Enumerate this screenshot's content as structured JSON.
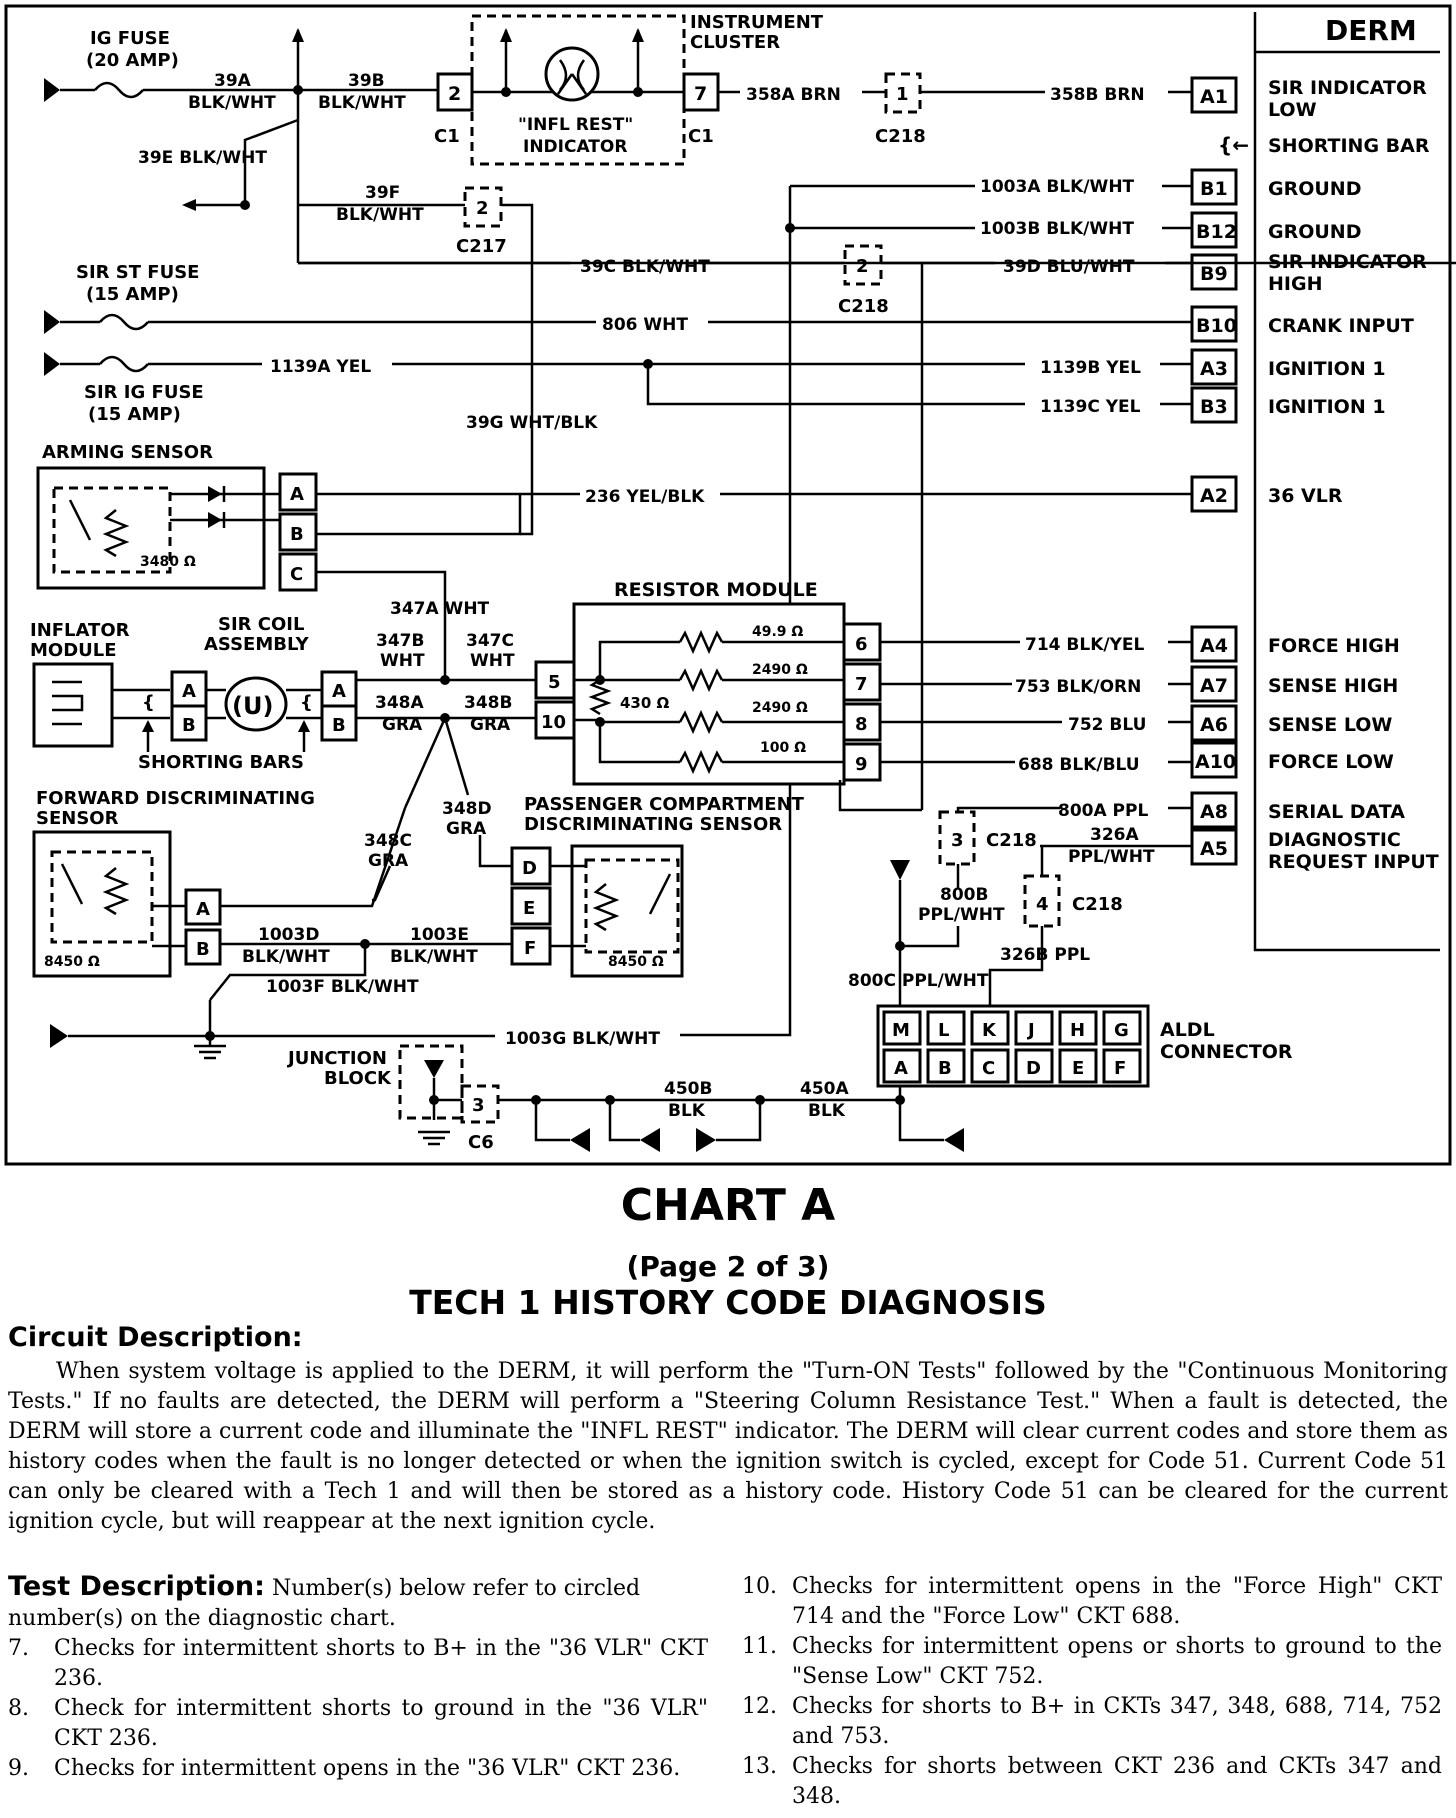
{
  "diagram": {
    "derm": {
      "title": "DERM",
      "pins": [
        {
          "pin": "A1",
          "wire": "358B BRN",
          "function": "SIR INDICATOR LOW"
        },
        {
          "pin": "",
          "wire": "",
          "function": "SHORTING BAR"
        },
        {
          "pin": "B1",
          "wire": "1003A BLK/WHT",
          "function": "GROUND"
        },
        {
          "pin": "B12",
          "wire": "1003B BLK/WHT",
          "function": "GROUND"
        },
        {
          "pin": "B9",
          "wire": "39D BLU/WHT",
          "function": "SIR INDICATOR HIGH"
        },
        {
          "pin": "B10",
          "wire": "806 WHT",
          "function": "CRANK INPUT"
        },
        {
          "pin": "A3",
          "wire": "1139B YEL",
          "function": "IGNITION 1"
        },
        {
          "pin": "B3",
          "wire": "1139C YEL",
          "function": "IGNITION 1"
        },
        {
          "pin": "A2",
          "wire": "236 YEL/BLK",
          "function": "36 VLR"
        },
        {
          "pin": "A4",
          "wire": "714 BLK/YEL",
          "function": "FORCE HIGH"
        },
        {
          "pin": "A7",
          "wire": "753 BLK/ORN",
          "function": "SENSE HIGH"
        },
        {
          "pin": "A6",
          "wire": "752 BLU",
          "function": "SENSE LOW"
        },
        {
          "pin": "A10",
          "wire": "688 BLK/BLU",
          "function": "FORCE LOW"
        },
        {
          "pin": "A8",
          "wire": "800A PPL",
          "function": "SERIAL DATA"
        },
        {
          "pin": "A5",
          "wire": "326A PPL/WHT",
          "function": "DIAGNOSTIC REQUEST INPUT"
        }
      ]
    },
    "fuses": {
      "ig": [
        "IG FUSE",
        "(20 AMP)"
      ],
      "sir_st": [
        "SIR ST FUSE",
        "(15 AMP)"
      ],
      "sir_ig": [
        "SIR IG FUSE",
        "(15 AMP)"
      ]
    },
    "cluster": {
      "title": [
        "INSTRUMENT",
        "CLUSTER"
      ],
      "indicator": [
        "\"INFL REST\"",
        "INDICATOR"
      ],
      "pin_in": "2",
      "pin_out": "7",
      "conn": "C1"
    },
    "wires": {
      "w39a": [
        "39A",
        "BLK/WHT"
      ],
      "w39b": [
        "39B",
        "BLK/WHT"
      ],
      "w39e": "39E BLK/WHT",
      "w39f": [
        "39F",
        "BLK/WHT"
      ],
      "w39c": "39C BLK/WHT",
      "w39g": "39G WHT/BLK",
      "w358a": "358A BRN",
      "w1139a": "1139A YEL",
      "w347a": "347A WHT",
      "w347b": [
        "347B",
        "WHT"
      ],
      "w347c": [
        "347C",
        "WHT"
      ],
      "w348a": [
        "348A",
        "GRA"
      ],
      "w348b": [
        "348B",
        "GRA"
      ],
      "w348c": [
        "348C",
        "GRA"
      ],
      "w348d": [
        "348D",
        "GRA"
      ],
      "w1003d": [
        "1003D",
        "BLK/WHT"
      ],
      "w1003e": [
        "1003E",
        "BLK/WHT"
      ],
      "w1003f": "1003F BLK/WHT",
      "w1003g": "1003G BLK/WHT",
      "w800b": [
        "800B",
        "PPL/WHT"
      ],
      "w800c": "800C PPL/WHT",
      "w326b": "326B PPL",
      "w450b": [
        "450B",
        "BLK"
      ],
      "w450a": [
        "450A",
        "BLK"
      ]
    },
    "connectors": {
      "c218": "C218",
      "c217": "C217",
      "c6": "C6",
      "p1": "1",
      "p2": "2",
      "p3": "3",
      "p4": "4"
    },
    "arming": {
      "title": "ARMING SENSOR",
      "pins": [
        "A",
        "B",
        "C"
      ],
      "ohms": "3480 Ω"
    },
    "inflator": [
      "INFLATOR",
      "MODULE"
    ],
    "coil": [
      "SIR COIL",
      "ASSEMBLY"
    ],
    "shorting_bars": "SHORTING BARS",
    "resistor": {
      "title": "RESISTOR MODULE",
      "center": "430 Ω",
      "values": [
        "49.9 Ω",
        "2490 Ω",
        "2490 Ω",
        "100 Ω"
      ],
      "pins_right": [
        "6",
        "7",
        "8",
        "9"
      ],
      "pins_left": [
        "5",
        "10"
      ]
    },
    "fwd": {
      "title": [
        "FORWARD DISCRIMINATING",
        "SENSOR"
      ],
      "pins": [
        "A",
        "B"
      ],
      "ohms": "8450 Ω"
    },
    "pass": {
      "title": [
        "PASSENGER COMPARTMENT",
        "DISCRIMINATING SENSOR"
      ],
      "pins": [
        "D",
        "E",
        "F"
      ],
      "ohms": "8450 Ω"
    },
    "aldl": {
      "title": [
        "ALDL",
        "CONNECTOR"
      ],
      "top": [
        "M",
        "L",
        "K",
        "J",
        "H",
        "G"
      ],
      "bottom": [
        "A",
        "B",
        "C",
        "D",
        "E",
        "F"
      ]
    },
    "junction": [
      "JUNCTION",
      "BLOCK"
    ],
    "pin_ab": [
      "A",
      "B"
    ]
  },
  "chart": {
    "title": "CHART A",
    "page": "(Page 2 of 3)",
    "subtitle": "TECH 1 HISTORY CODE DIAGNOSIS"
  },
  "circuit_description": {
    "title": "Circuit Description:",
    "text": "When system voltage is applied to the DERM, it will perform the \"Turn-ON Tests\" followed by the \"Continuous Monitoring Tests.\" If no faults are detected, the DERM will perform a \"Steering Column Resistance Test.\" When a fault is detected, the DERM will store a current code and illuminate the \"INFL REST\" indicator. The DERM will clear current codes and store them as history codes when the fault is no longer detected or when the ignition switch is cycled, except for Code 51. Current Code 51 can only be cleared with a Tech 1 and will then be stored as a history code. History Code 51 can be cleared for the current ignition cycle, but will reappear at the next ignition cycle."
  },
  "test_description": {
    "title": "Test Description:",
    "intro": "Number(s) below refer to circled number(s) on the diagnostic chart.",
    "items": [
      {
        "num": "7.",
        "text": "Checks for intermittent shorts to B+ in the \"36 VLR\" CKT 236."
      },
      {
        "num": "8.",
        "text": "Check for intermittent shorts to ground in the \"36 VLR\" CKT 236."
      },
      {
        "num": "9.",
        "text": "Checks for intermittent opens in the \"36 VLR\" CKT 236."
      },
      {
        "num": "10.",
        "text": "Checks for intermittent opens in the \"Force High\" CKT 714 and the \"Force Low\" CKT 688."
      },
      {
        "num": "11.",
        "text": "Checks for intermittent opens or shorts to ground to the \"Sense Low\" CKT 752."
      },
      {
        "num": "12.",
        "text": "Checks for shorts to B+ in CKTs 347, 348, 688, 714, 752 and 753."
      },
      {
        "num": "13.",
        "text": "Checks for shorts between CKT 236 and CKTs 347 and 348."
      }
    ]
  }
}
